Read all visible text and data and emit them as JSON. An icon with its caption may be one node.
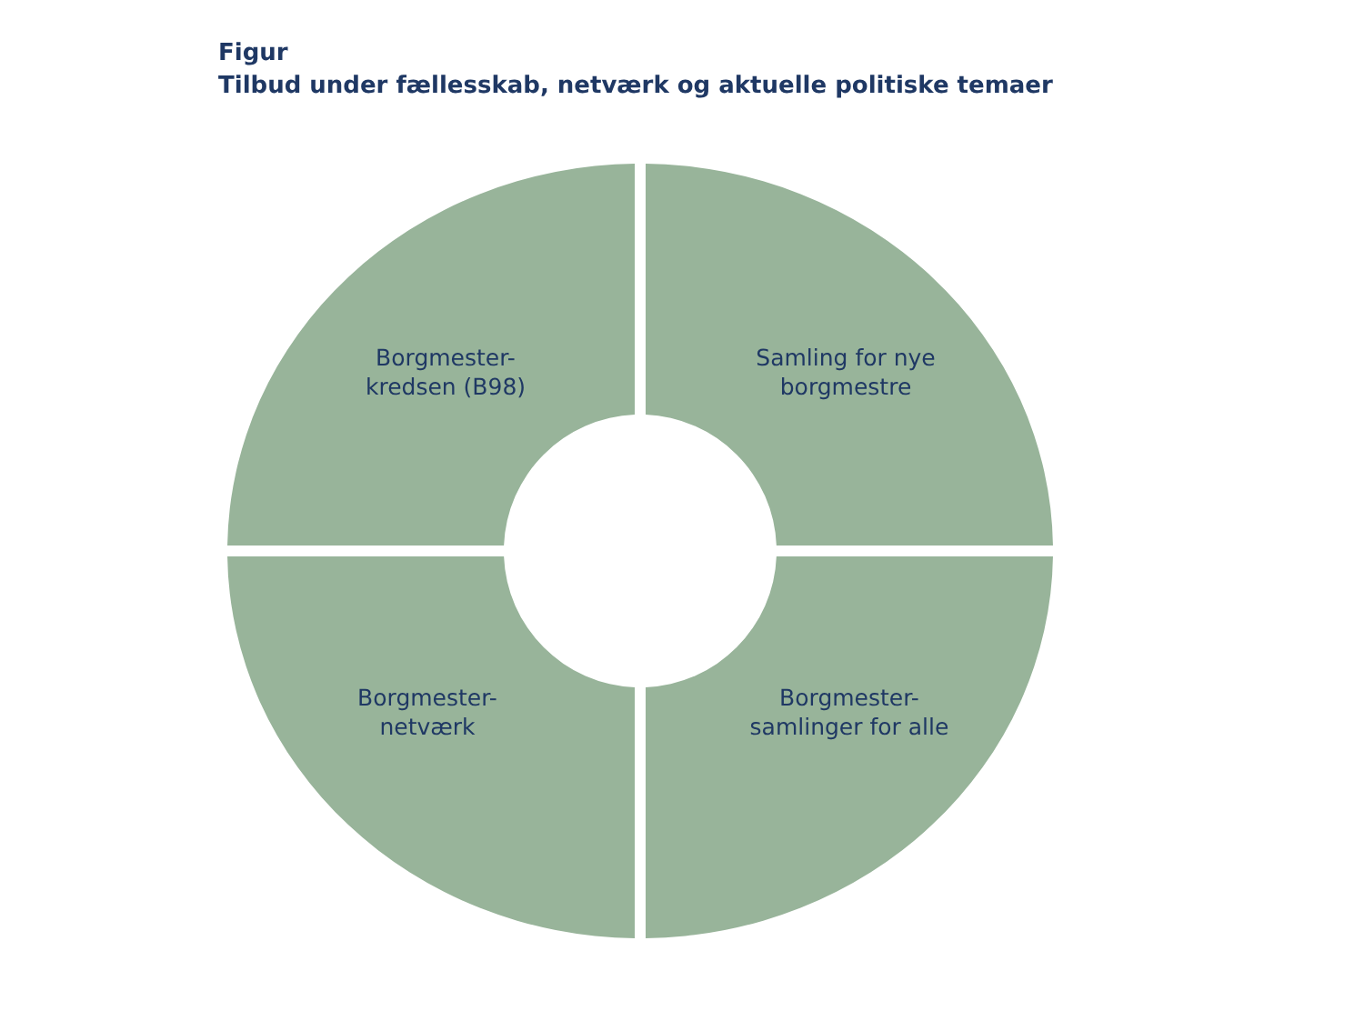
{
  "diagram": {
    "title": "Tilbud under fællesskab, netværk og aktuelle politiske temaer",
    "labels": [
      "Figur"
    ],
    "nodes": [
      {
        "text": [
          "Borgmester- kredsen (B98)"
        ]
      },
      {
        "text": [
          "Samling for nye borgmestre"
        ]
      },
      {
        "text": [
          "Borgmester- netværk"
        ]
      },
      {
        "text": [
          "Borgmester- samlinger for alle"
        ]
      }
    ]
  }
}
